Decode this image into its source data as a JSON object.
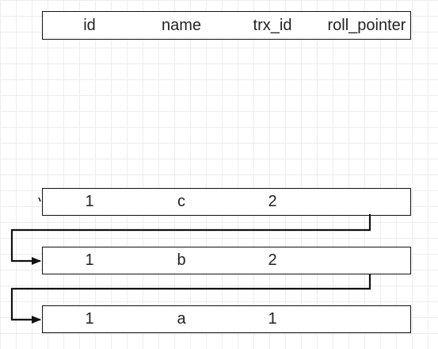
{
  "header": {
    "columns": [
      "id",
      "name",
      "trx_id",
      "roll_pointer"
    ]
  },
  "rows": [
    {
      "id": "1",
      "name": "c",
      "trx_id": "2",
      "roll_pointer": ""
    },
    {
      "id": "1",
      "name": "b",
      "trx_id": "2",
      "roll_pointer": ""
    },
    {
      "id": "1",
      "name": "a",
      "trx_id": "1",
      "roll_pointer": ""
    }
  ],
  "colors": {
    "stroke": "#111111",
    "grid": "#ededed",
    "background": "#ffffff"
  }
}
